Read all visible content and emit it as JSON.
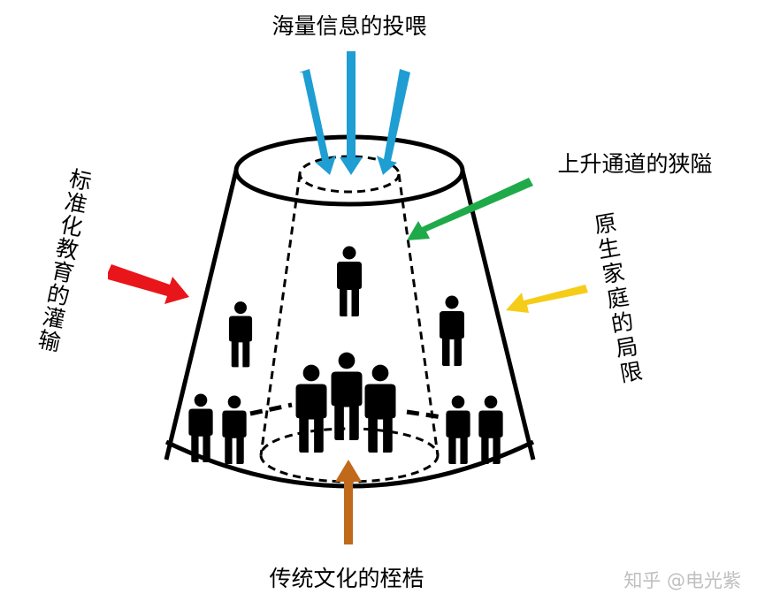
{
  "labels": {
    "top": "海量信息的投喂",
    "right_top": "上升通道的狭隘",
    "left_vertical": [
      "标",
      "准",
      "化",
      "教",
      "育",
      "的",
      "灌",
      "输"
    ],
    "right_vertical": [
      "原",
      "生",
      "家",
      "庭",
      "的",
      "局",
      "限"
    ],
    "bottom": "传统文化的桎梏"
  },
  "watermark": "知乎 @电光紫",
  "arrow_colors": {
    "top": "#1e9ed2",
    "right_top": "#1faa4a",
    "left": "#e8161b",
    "right": "#f5cc18",
    "bottom": "#c0691b"
  },
  "icons": {
    "person": "person-icon"
  }
}
